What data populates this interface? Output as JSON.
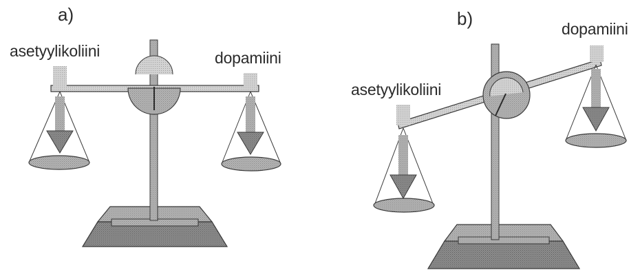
{
  "diagram": {
    "panels": [
      {
        "letter": "a)",
        "left_label": "asetyylikoliini",
        "right_label": "dopamiini",
        "state": "balanced"
      },
      {
        "letter": "b)",
        "left_label": "asetyylikoliini",
        "right_label": "dopamiini",
        "state": "tilted-left-down"
      }
    ],
    "colors": {
      "metal": "#9c9c9c",
      "metal_dark": "#6f6f6f",
      "outline": "#3a3a3a",
      "arrow": "#7d7d7d",
      "arrow_light": "#bdbdbd",
      "pan": "#a8a8a8",
      "text": "#2b2b2b"
    }
  }
}
